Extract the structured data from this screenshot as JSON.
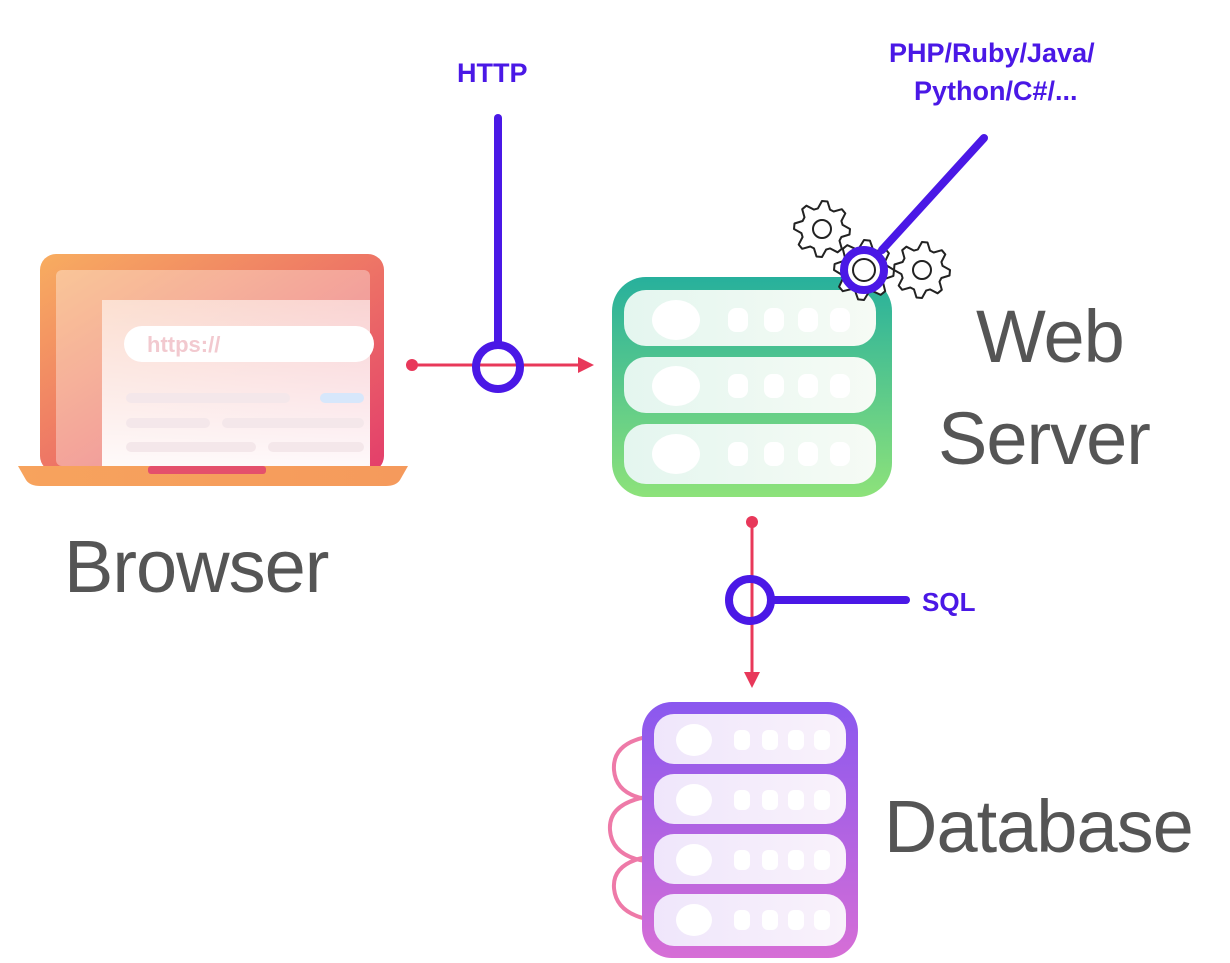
{
  "nodes": {
    "browser": {
      "label": "Browser",
      "url_text": "https://"
    },
    "web_server": {
      "label_line1": "Web",
      "label_line2": "Server"
    },
    "database": {
      "label": "Database"
    }
  },
  "annotations": {
    "http": "HTTP",
    "languages_line1": "PHP/Ruby/Java/",
    "languages_line2": "Python/C#/...",
    "sql": "SQL"
  },
  "colors": {
    "label_text": "#555555",
    "protocol_purple": "#4a18e6",
    "arrow_red": "#e8385a",
    "laptop_gradient": [
      "#f7a25c",
      "#e6406a"
    ],
    "server_gradient": [
      "#2bb39b",
      "#86e07a"
    ],
    "database_gradient": [
      "#8a5cf0",
      "#d36ad8"
    ]
  },
  "icons": [
    "laptop-icon",
    "server-stack-icon",
    "database-stack-icon",
    "gear-icon"
  ]
}
